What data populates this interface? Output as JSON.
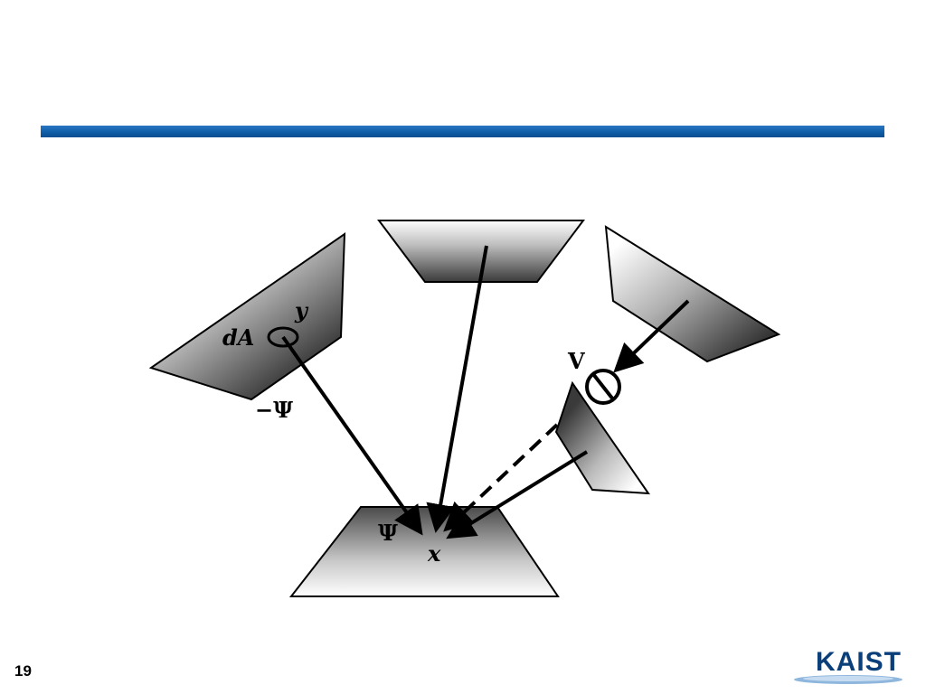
{
  "slide": {
    "page_number": "19",
    "logo_text": "KAIST",
    "accent_color": "#0f5ea8"
  },
  "diagram": {
    "labels": {
      "y": "y",
      "dA": "dA",
      "neg_psi": "−Ψ",
      "psi": "Ψ",
      "x": "x",
      "visibility": "V"
    }
  }
}
